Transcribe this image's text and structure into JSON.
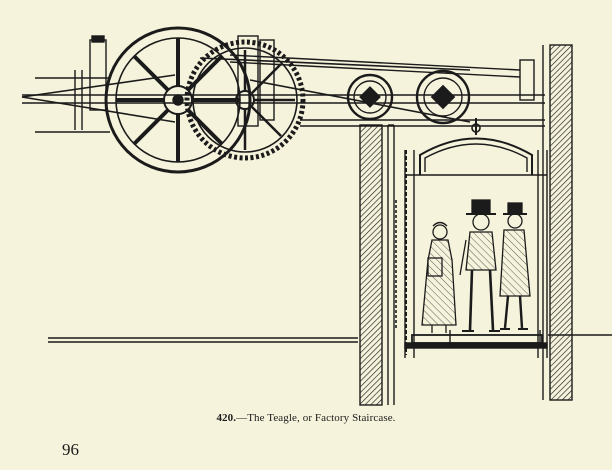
{
  "plate": {
    "figure_number": "420.",
    "caption": "—The Teagle, or Factory Staircase."
  },
  "page": {
    "number": "96"
  },
  "colors": {
    "paper": "#f6f3dc",
    "ink": "#1b1b1b"
  }
}
